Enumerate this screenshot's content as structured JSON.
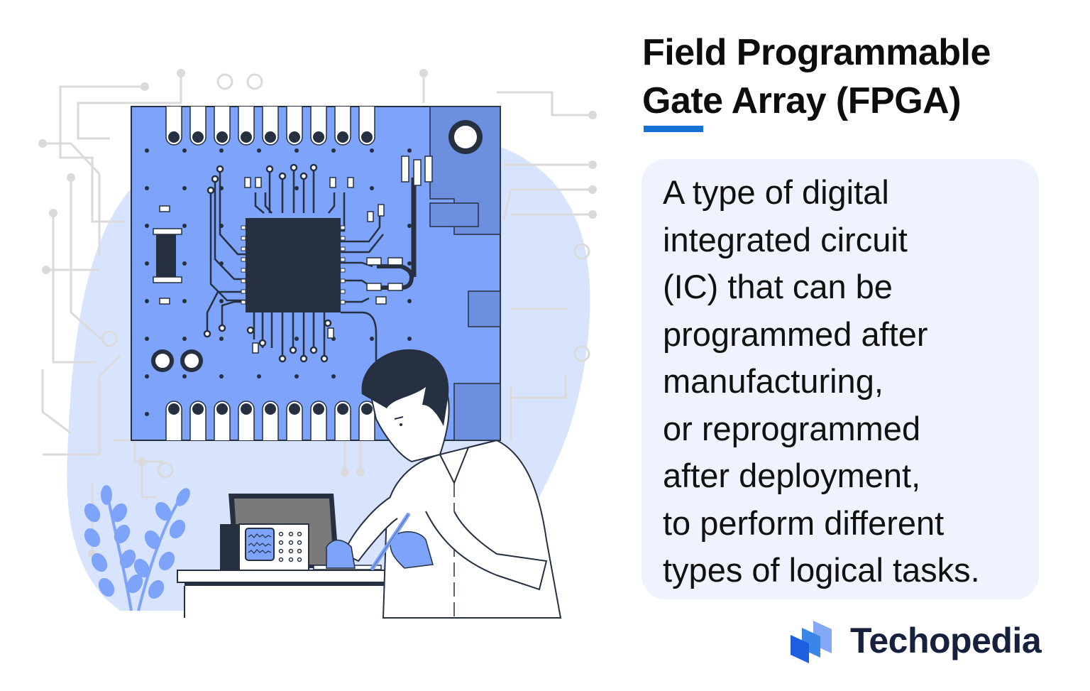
{
  "header": {
    "title_lines": [
      "Field Programmable",
      "Gate Array (FPGA)"
    ],
    "accent_color": "#1273d4"
  },
  "definition": {
    "lines": [
      "A type of digital",
      "integrated circuit",
      "(IC) that can be",
      "programmed after",
      "manufacturing,",
      "or reprogrammed",
      "after deployment,",
      "to perform different",
      "types of logical tasks."
    ],
    "card_background": "#eff3fd"
  },
  "brand": {
    "name": "Techopedia",
    "logo_icon": "stacked-panels-icon",
    "text_color": "#17213d",
    "logo_colors": [
      "#1d5fe0",
      "#3a86e8",
      "#84a8f5"
    ]
  },
  "illustration": {
    "subject": "engineer-soldering-fpga-circuit-board",
    "board_color": "#7da3fa",
    "board_panel_color": "#6c8fe0",
    "chip_color": "#263040",
    "blob_color": "#d8e4fd",
    "trace_color": "#dcdcdc"
  }
}
